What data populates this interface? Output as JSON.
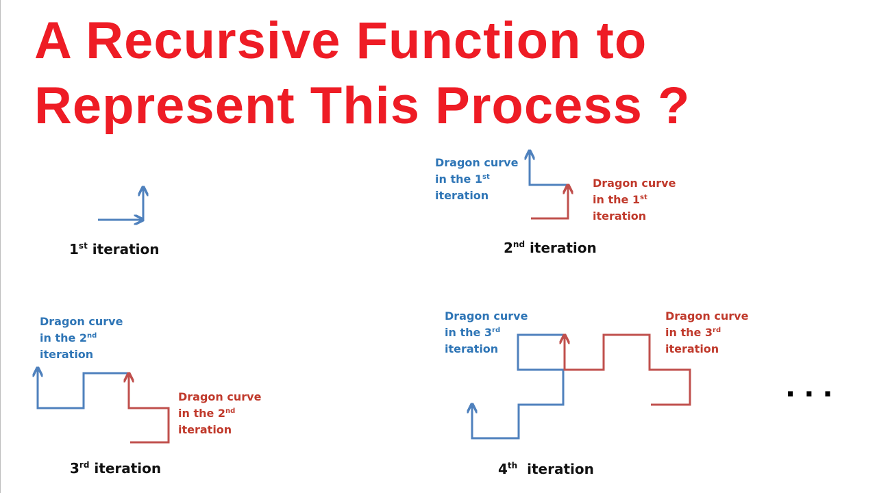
{
  "title": {
    "line1": "A Recursive Function to",
    "line2": "Represent This Process ?"
  },
  "captions": {
    "iter1": {
      "num": "1",
      "sup": "st",
      "word": "iteration"
    },
    "iter2": {
      "num": "2",
      "sup": "nd",
      "word": "iteration"
    },
    "iter3": {
      "num": "3",
      "sup": "rd",
      "word": "iteration"
    },
    "iter4": {
      "num": "4",
      "sup": "th",
      "word": "iteration"
    }
  },
  "labels": {
    "iter2_blue": {
      "line1": "Dragon curve",
      "line2": "in the 1",
      "sup": "st",
      "line3": "iteration"
    },
    "iter2_red": {
      "line1": "Dragon curve",
      "line2": "in the 1",
      "sup": "st",
      "line3": "iteration"
    },
    "iter3_blue": {
      "line1": "Dragon curve",
      "line2": "in the 2",
      "sup": "nd",
      "line3": "iteration"
    },
    "iter3_red": {
      "line1": "Dragon curve",
      "line2": "in the 2",
      "sup": "nd",
      "line3": "iteration"
    },
    "iter4_blue": {
      "line1": "Dragon curve",
      "line2": "in the 3",
      "sup": "rd",
      "line3": "iteration"
    },
    "iter4_red": {
      "line1": "Dragon curve",
      "line2": "in the 3",
      "sup": "rd",
      "line3": "iteration"
    }
  },
  "ellipsis": "...",
  "colors": {
    "title": "#ee1c25",
    "blue_curve": "#4f81bd",
    "red_curve": "#c0504d",
    "blue_label": "#2e75b6",
    "red_label": "#c0392b",
    "caption": "#111111"
  }
}
